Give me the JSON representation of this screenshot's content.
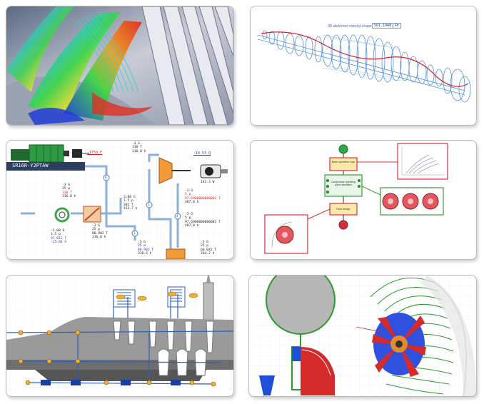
{
  "rotor_panel": {
    "title": "3D deformed rotor(s) shape",
    "scale_value": "501.1948",
    "fit_label": "Fit"
  },
  "flowsheet": {
    "unit_label": "SR16R-Y2PTAW",
    "temp_top": "-1750 F",
    "temp_comp": "-14.53 Q",
    "block_top": [
      "-3 G",
      "130 T",
      "316.8 h"
    ],
    "block_out": [
      "143.3 W"
    ],
    "block_mid_right": [
      "-3 G",
      "5 p",
      "97.6900000000001 T",
      "487.8 h"
    ],
    "block_left": [
      "-3 G",
      "25 p",
      "130 T",
      "316.8 h"
    ],
    "block_mid": [
      "3.08 G",
      "1.5 p",
      "302 T",
      "413.7 h"
    ],
    "block_heat": [
      "-3.08 G",
      "1.5 p",
      "97.012 T",
      "-15.86 h"
    ],
    "block_center": [
      "-3 G",
      "25 p",
      "80.902 T",
      "316.8 h"
    ],
    "block_low_right": [
      "-3 G",
      "5 p",
      "97.6900000000001 T",
      "487.8 h"
    ],
    "block_bottom": [
      "-3 G",
      "25 p",
      "80.902 T",
      "310.6 h"
    ],
    "block_bottom_right": [
      "-3 G",
      "25 p",
      "66.042 T",
      "264.2 h"
    ],
    "stream_labels": [
      "6",
      "2",
      "4",
      "1"
    ]
  },
  "workflow": {
    "box1": "Base operation map",
    "box2": "Compressor operating point calculation",
    "box3": "Final design"
  },
  "colors": {
    "blue_stream": "#4a7fc0",
    "panel_border": "#b9b9b9",
    "red_callout": "#d0323c",
    "green_callout": "#3a9a3a"
  }
}
